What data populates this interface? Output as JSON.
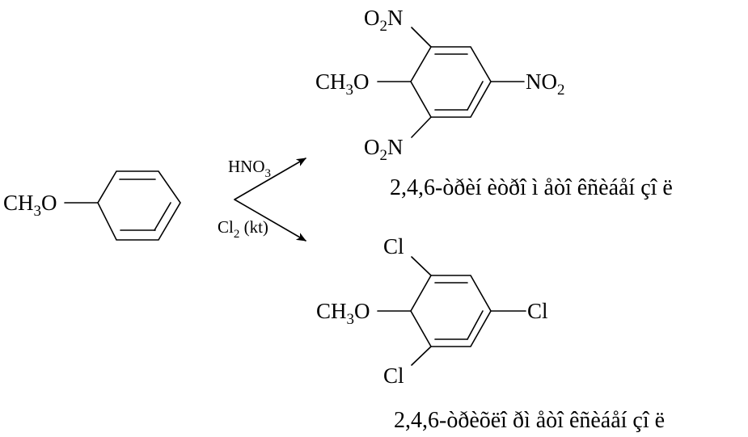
{
  "reactant": {
    "substituent": {
      "main": "CH",
      "sub": "3",
      "tail": "O"
    }
  },
  "reagents": {
    "top": {
      "main": "HNO",
      "sub": "3",
      "tail": ""
    },
    "bottom": {
      "main": "Cl",
      "sub": "2",
      "tail": " (kt)"
    }
  },
  "product_top": {
    "groups": {
      "top": {
        "main": "O",
        "sub": "2",
        "tail": "N"
      },
      "left": {
        "main": "CH",
        "sub": "3",
        "tail": "O"
      },
      "right": {
        "main": "NO",
        "sub": "2",
        "tail": ""
      },
      "bottom": {
        "main": "O",
        "sub": "2",
        "tail": "N"
      }
    },
    "caption": "2,4,6-òðèí èòðî ì åòî êñèáåí çî ë"
  },
  "product_bottom": {
    "groups": {
      "top": "Cl",
      "left": {
        "main": "CH",
        "sub": "3",
        "tail": "O"
      },
      "right": "Cl",
      "bottom": "Cl"
    },
    "caption": "2,4,6-òðèõëî ðì åòî êñèáåí çî ë"
  }
}
